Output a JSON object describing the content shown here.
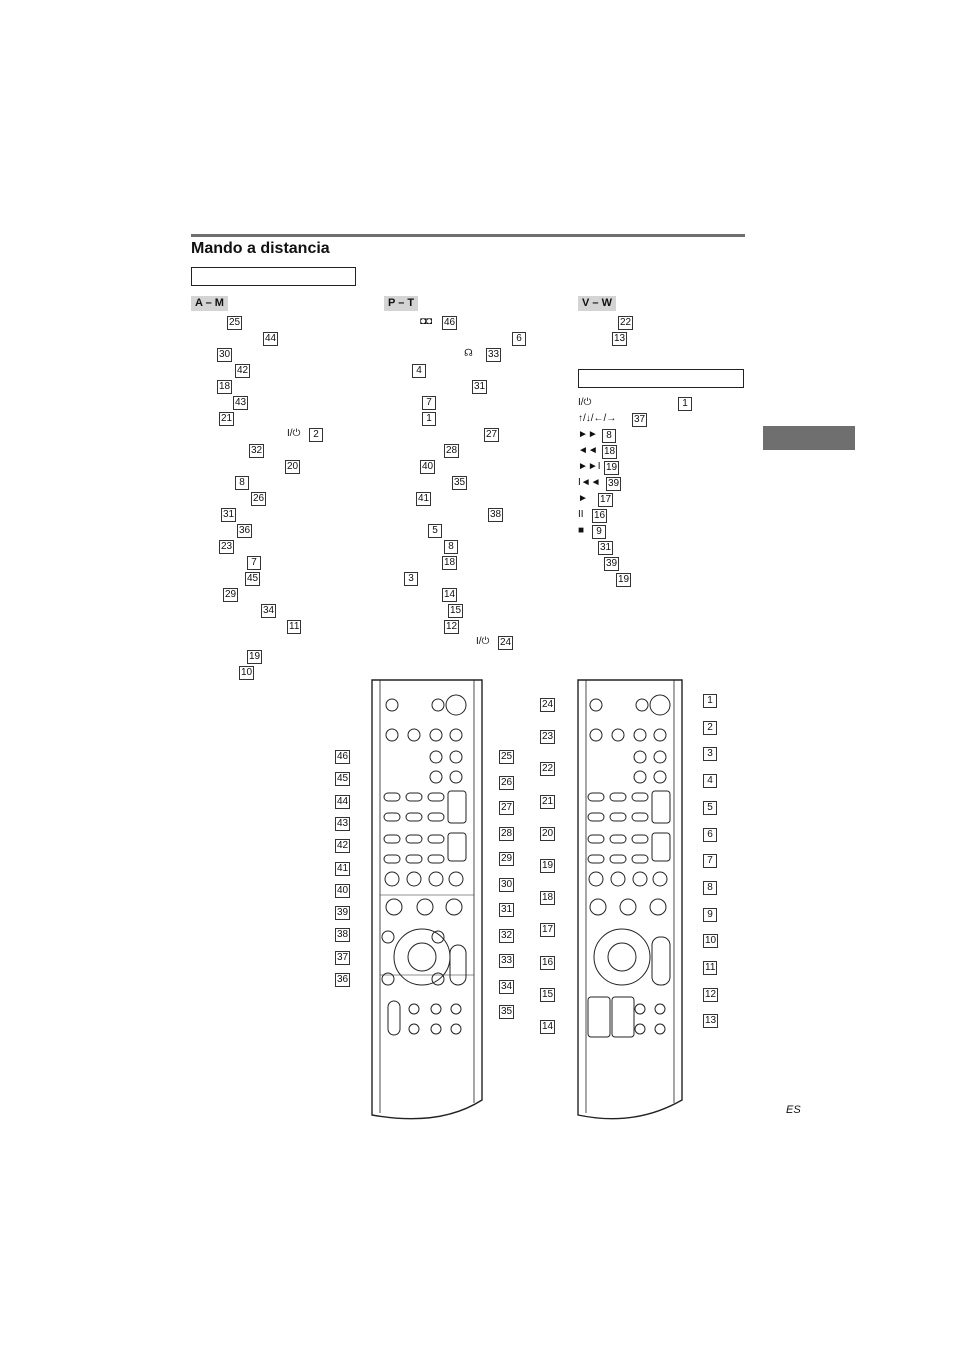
{
  "title": "Mando a distancia",
  "col1": {
    "category": "A – M",
    "refs": [
      {
        "num": "25"
      },
      {
        "num": "44"
      },
      {
        "num": "30"
      },
      {
        "num": "42"
      },
      {
        "num": "18"
      },
      {
        "num": "43"
      },
      {
        "num": "21"
      },
      {
        "glyph": "I/⏻",
        "num": "2"
      },
      {
        "num": "32"
      },
      {
        "num": "20"
      },
      {
        "num": "8"
      },
      {
        "num": "26"
      },
      {
        "num": "31"
      },
      {
        "num": "36"
      },
      {
        "num": "23"
      },
      {
        "num": "7"
      },
      {
        "num": "45"
      },
      {
        "num": "29"
      },
      {
        "num": "34"
      },
      {
        "num": "11"
      },
      {
        "num": "19"
      },
      {
        "num": "10"
      }
    ]
  },
  "col2": {
    "category": "P – T",
    "refs": [
      {
        "glyph": "◘◘",
        "num": "46"
      },
      {
        "num": "6"
      },
      {
        "glyph": "☊",
        "num": "33"
      },
      {
        "num": "4"
      },
      {
        "num": "31"
      },
      {
        "num": "7"
      },
      {
        "num": "1"
      },
      {
        "num": "27"
      },
      {
        "num": "28"
      },
      {
        "num": "40"
      },
      {
        "num": "35"
      },
      {
        "num": "41"
      },
      {
        "num": "38"
      },
      {
        "num": "5"
      },
      {
        "num": "8"
      },
      {
        "num": "18"
      },
      {
        "num": "3"
      },
      {
        "num": "14"
      },
      {
        "num": "15"
      },
      {
        "num": "12"
      },
      {
        "glyph": "I/⏻",
        "num": "24"
      }
    ]
  },
  "col3": {
    "category": "V – W",
    "refs": [
      {
        "num": "22"
      },
      {
        "num": "13"
      }
    ],
    "symbols": [
      {
        "glyph": "I/⏻",
        "num": "1"
      },
      {
        "glyph": "↑/↓/←/→",
        "num": "37"
      },
      {
        "glyph": "►►",
        "num": "8"
      },
      {
        "glyph": "◄◄",
        "num": "18"
      },
      {
        "glyph": "►►I",
        "num": "19"
      },
      {
        "glyph": "I◄◄",
        "num": "39"
      },
      {
        "glyph": "►",
        "num": "17"
      },
      {
        "glyph": "II",
        "num": "16"
      },
      {
        "glyph": "■",
        "num": "9"
      },
      {
        "num": "31"
      },
      {
        "num": "39"
      },
      {
        "num": "19"
      }
    ]
  },
  "remote_left_callouts": {
    "left": [
      "46",
      "45",
      "44",
      "43",
      "42",
      "41",
      "40",
      "39",
      "38",
      "37",
      "36"
    ],
    "right": [
      "25",
      "26",
      "27",
      "28",
      "29",
      "30",
      "31",
      "32",
      "33",
      "34",
      "35"
    ]
  },
  "remote_right_callouts": {
    "left": [
      "24",
      "23",
      "22",
      "21",
      "20",
      "19",
      "18",
      "17",
      "16",
      "15",
      "14"
    ],
    "right": [
      "1",
      "2",
      "3",
      "4",
      "5",
      "6",
      "7",
      "8",
      "9",
      "10",
      "11",
      "12",
      "13"
    ]
  },
  "footer": {
    "lang": "ES"
  }
}
